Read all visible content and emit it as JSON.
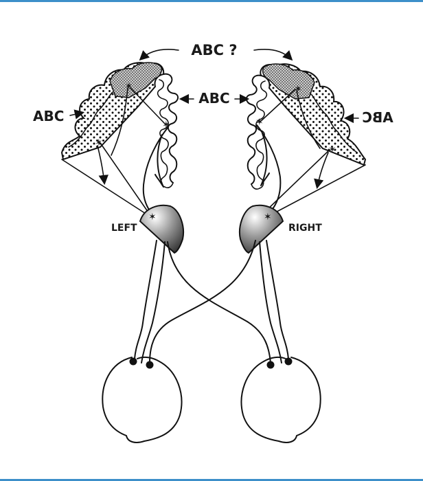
{
  "labels": {
    "question": "ABC ?",
    "center": "ABC",
    "left_input": "ABC",
    "right_input_mirrored": "ABC",
    "left": "LEFT",
    "right": "RIGHT"
  },
  "colors": {
    "frame": "#3d8fc9",
    "ink": "#111111"
  }
}
